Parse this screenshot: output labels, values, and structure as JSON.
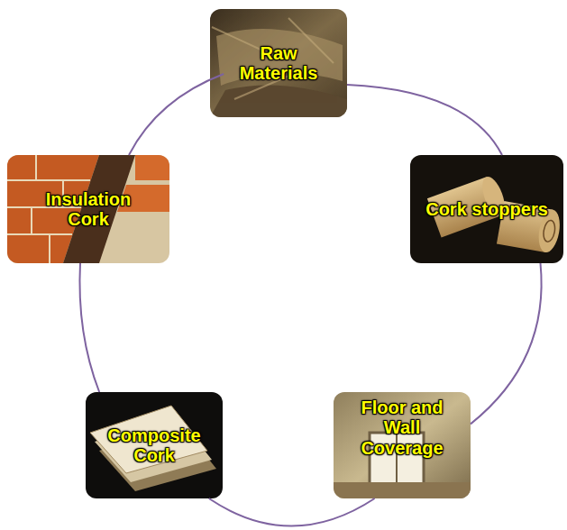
{
  "diagram": {
    "nodes": [
      {
        "text": [
          "Raw Materials"
        ]
      },
      {
        "text": [
          "Cork stoppers"
        ]
      },
      {
        "text": [
          "Floor and Wall Coverage"
        ]
      },
      {
        "text": [
          "Composite Cork"
        ]
      },
      {
        "text": [
          "Insulation Cork"
        ]
      }
    ],
    "edges": [
      {
        "from": 0,
        "to": 1,
        "arrow": "none"
      },
      {
        "from": 1,
        "to": 2,
        "arrow": "none"
      },
      {
        "from": 2,
        "to": 3,
        "arrow": "none"
      },
      {
        "from": 3,
        "to": 4,
        "arrow": "none"
      },
      {
        "from": 4,
        "to": 0,
        "arrow": "none"
      }
    ]
  }
}
